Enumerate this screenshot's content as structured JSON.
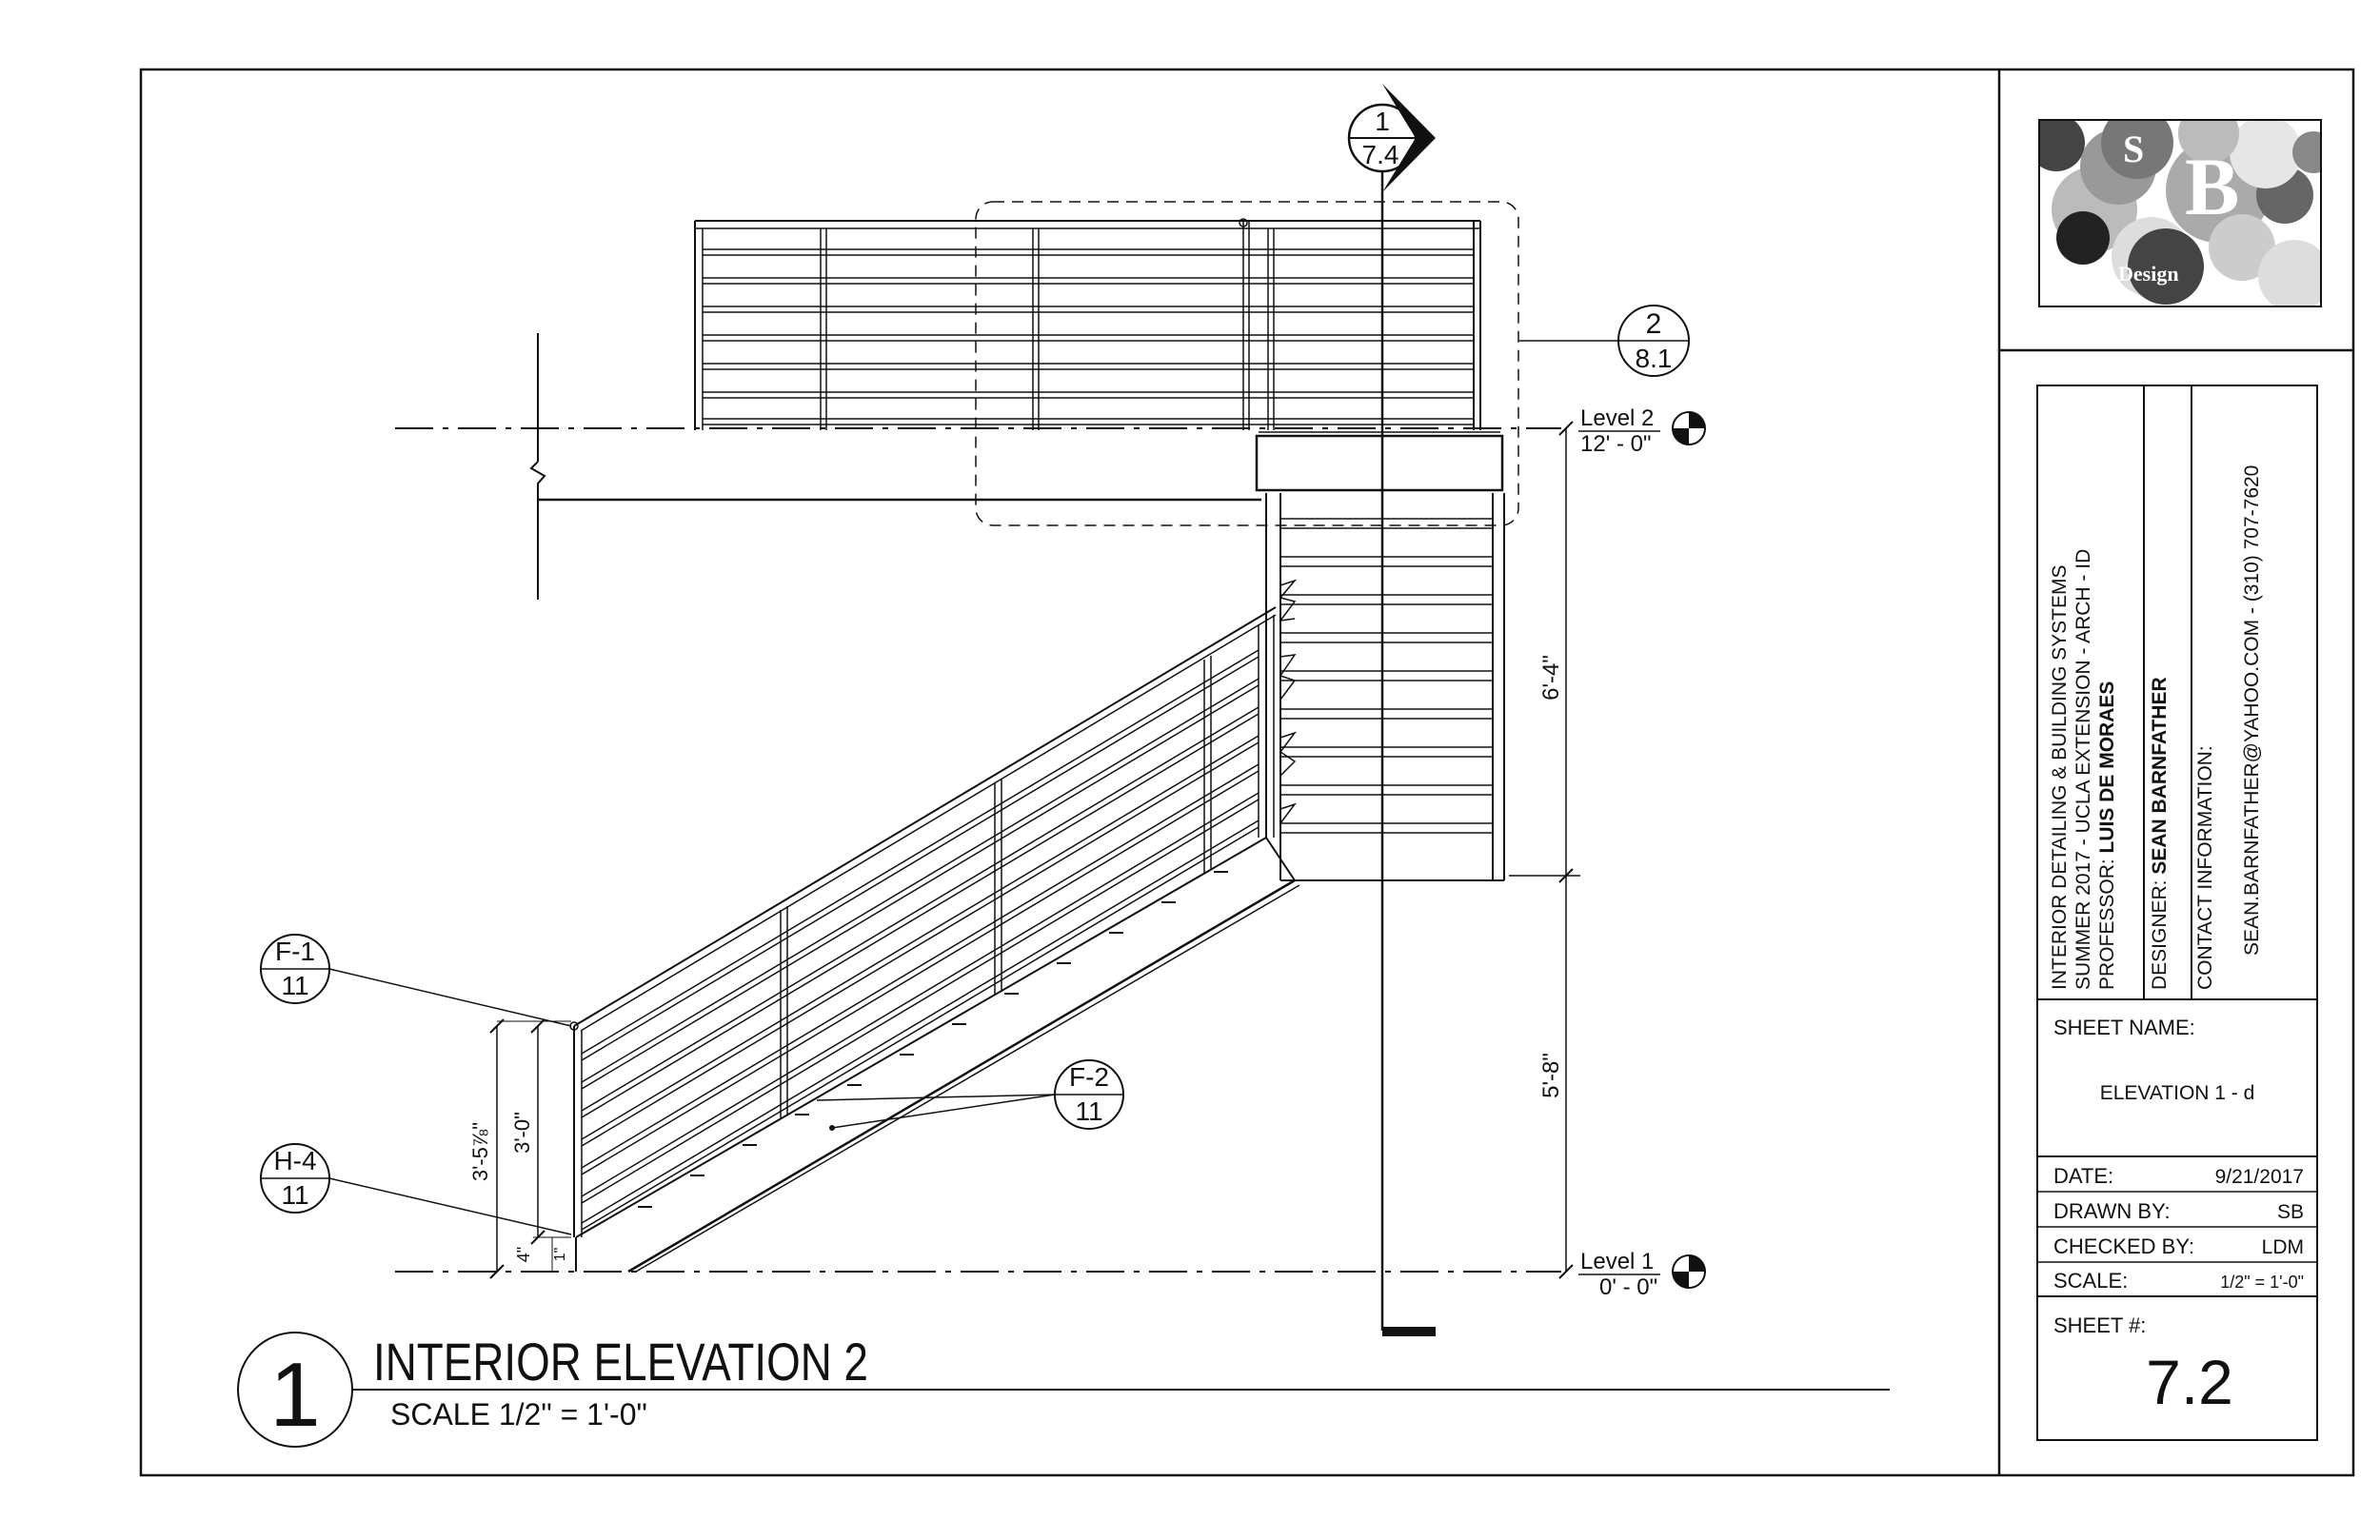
{
  "drawing": {
    "title": "INTERIOR ELEVATION 2",
    "scale_note": "SCALE 1/2\" = 1'-0\"",
    "view_number": "1"
  },
  "levels": [
    {
      "name": "Level 2",
      "elevation": "12' - 0\""
    },
    {
      "name": "Level 1",
      "elevation": "0' - 0\""
    }
  ],
  "dimensions": {
    "upper_run": "6'-4\"",
    "lower_run": "5'-8\"",
    "rail_height": "3'-0\"",
    "rail_overall": "3'-5⅞\"",
    "base_offset": "4\"",
    "base_small": "1\""
  },
  "callouts": {
    "section_marker": {
      "top": "1",
      "bottom": "7.4"
    },
    "detail_top": {
      "top": "2",
      "bottom": "8.1"
    },
    "f1": {
      "top": "F-1",
      "bottom": "11"
    },
    "h4": {
      "top": "H-4",
      "bottom": "11"
    },
    "f2": {
      "top": "F-2",
      "bottom": "11"
    }
  },
  "logo": {
    "letter1": "S",
    "letter2": "B",
    "word": "Design"
  },
  "title_block": {
    "course_line1": "INTERIOR DETAILING & BUILDING SYSTEMS",
    "course_line2": "SUMMER 2017 - UCLA EXTENSION - ARCH - ID",
    "professor_label": "PROFESSOR: ",
    "professor_name": "LUIS DE MORAES",
    "designer_label": "DESIGNER: ",
    "designer_name": "SEAN BARNFATHER",
    "contact_label": "CONTACT INFORMATION:",
    "contact_value": "SEAN.BARNFATHER@YAHOO.COM   -   (310) 707-7620",
    "sheet_name_label": "SHEET NAME:",
    "sheet_name": "ELEVATION 1 - d",
    "date_label": "DATE:",
    "date_value": "9/21/2017",
    "drawn_by_label": "DRAWN BY:",
    "drawn_by_value": "SB",
    "checked_by_label": "CHECKED BY:",
    "checked_by_value": "LDM",
    "scale_label": "SCALE:",
    "scale_value": "1/2\" = 1'-0\"",
    "sheet_num_label": "SHEET #:",
    "sheet_num": "7.2"
  }
}
